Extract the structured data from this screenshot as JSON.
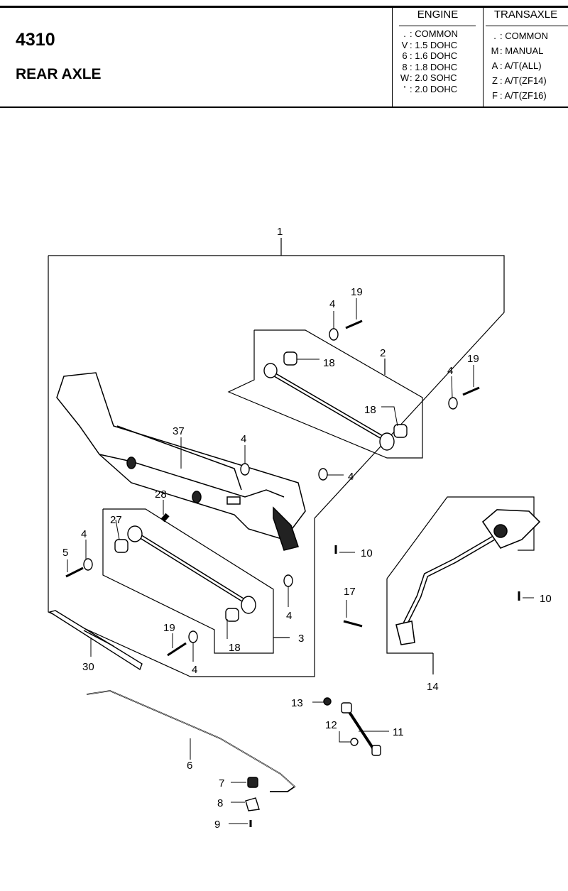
{
  "header": {
    "code": "4310",
    "name": "REAR AXLE",
    "engine": {
      "title": "ENGINE",
      "rows": [
        {
          "key": ".",
          "label": ": COMMON"
        },
        {
          "key": "V",
          "label": ": 1.5 DOHC"
        },
        {
          "key": "6",
          "label": ": 1.6 DOHC"
        },
        {
          "key": "8",
          "label": ": 1.8 DOHC"
        },
        {
          "key": "W",
          "label": ": 2.0 SOHC"
        },
        {
          "key": "'",
          "label": ": 2.0 DOHC"
        }
      ]
    },
    "transaxle": {
      "title": "TRANSAXLE",
      "rows": [
        {
          "key": ".",
          "label": ": COMMON"
        },
        {
          "key": "M",
          "label": ": MANUAL"
        },
        {
          "key": "A",
          "label": ": A/T(ALL)"
        },
        {
          "key": "Z",
          "label": ": A/T(ZF14)"
        },
        {
          "key": "F",
          "label": ": A/T(ZF16)"
        }
      ]
    }
  },
  "callouts": {
    "c1": "1",
    "c19a": "19",
    "c4a": "4",
    "c18a": "18",
    "c2": "2",
    "c4b": "4",
    "c19b": "19",
    "c18b": "18",
    "c37": "37",
    "c4c": "4",
    "c4d": "4",
    "c28": "28",
    "c27": "27",
    "c4e": "4",
    "c5": "5",
    "c10a": "10",
    "c4f": "4",
    "c19c": "19",
    "c18c": "18",
    "c3": "3",
    "c4g": "4",
    "c30": "30",
    "c17": "17",
    "c10b": "10",
    "c14": "14",
    "c13": "13",
    "c12": "12",
    "c11": "11",
    "c6": "6",
    "c7": "7",
    "c8": "8",
    "c9": "9"
  }
}
